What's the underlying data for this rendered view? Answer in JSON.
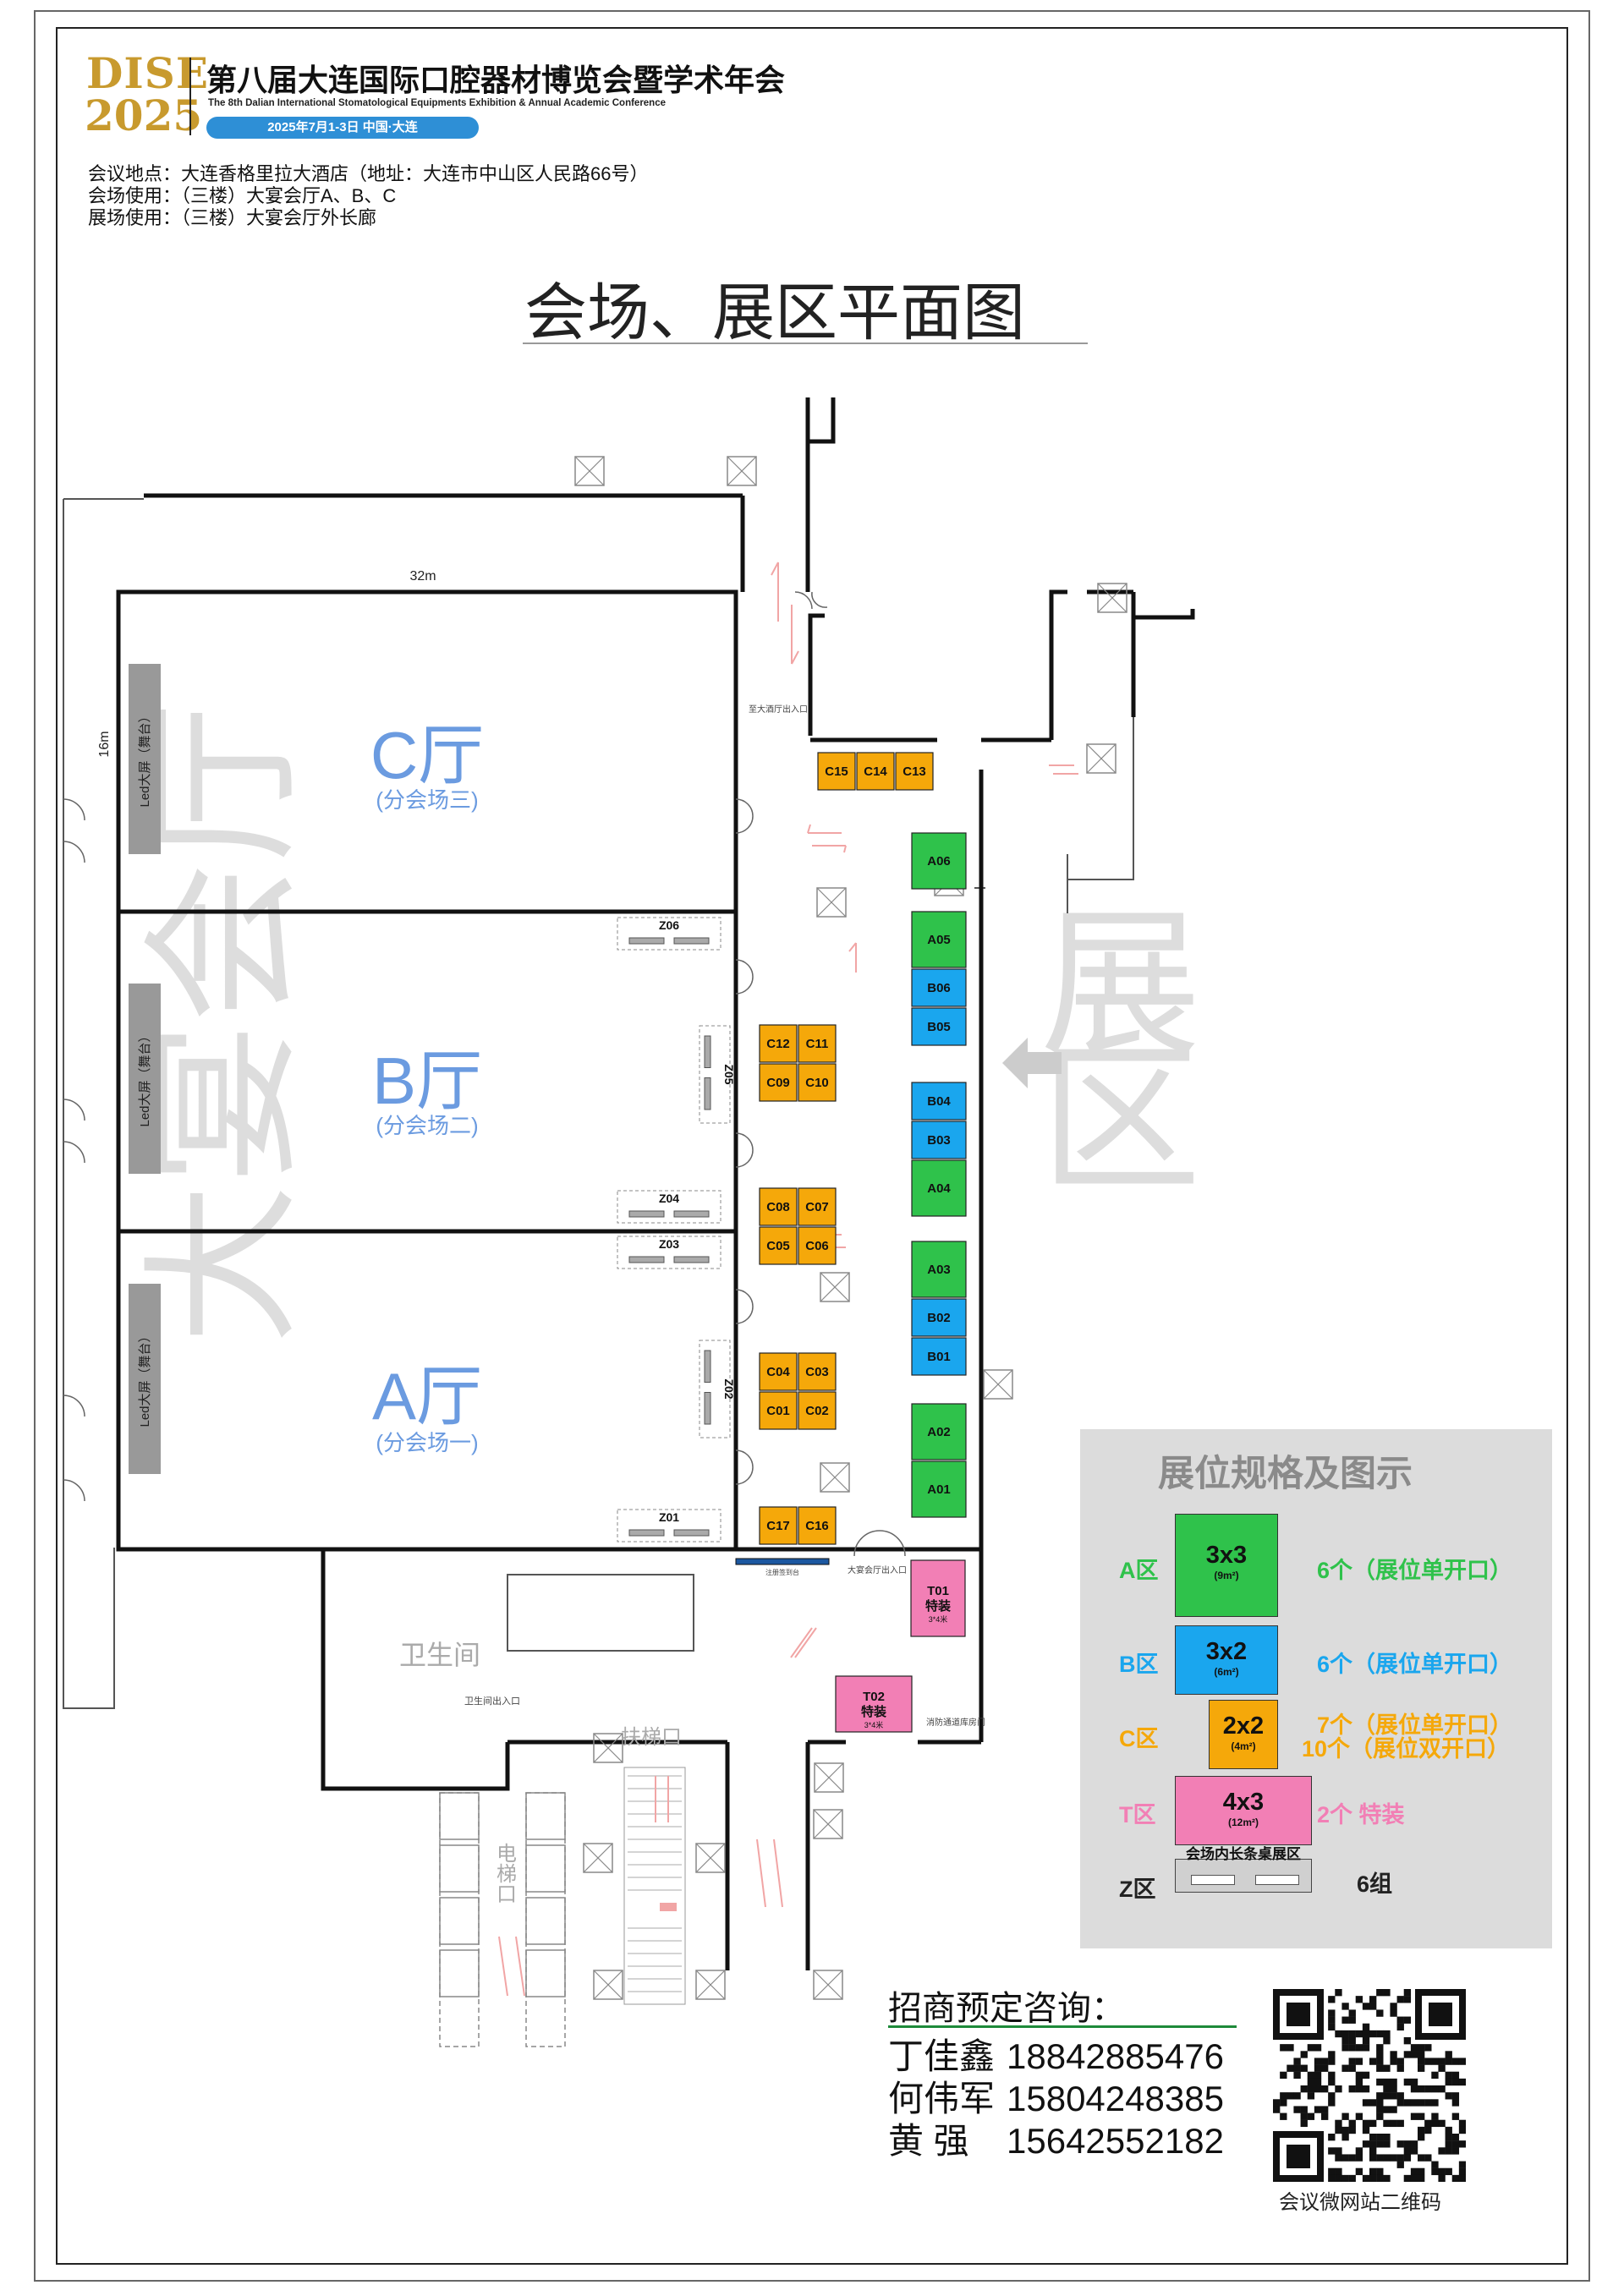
{
  "header": {
    "logo_text": "DISE",
    "logo_year": "2025",
    "title_cn": "第八届大连国际口腔器材博览会暨学术年会",
    "title_en": "The 8th Dalian International Stomatological Equipments Exhibition & Annual Academic Conference",
    "date_location": "2025年7月1-3日   中国·大连"
  },
  "venue": {
    "address_line": "会议地点：大连香格里拉大酒店（地址：大连市中山区人民路66号）",
    "meeting_line": "会场使用：（三楼）大宴会厅A、B、C",
    "exhibit_line": "展场使用：（三楼）大宴会厅外长廊"
  },
  "plan_title": "会场、展区平面图",
  "floor_plan": {
    "dim_width": "32m",
    "dim_height": "16m",
    "big_hall_watermark": "大宴会厅",
    "exhibit_watermark": "展区",
    "halls": [
      {
        "name": "C厅",
        "sub": "(分会场三)",
        "stage": "Led大屏（舞台）"
      },
      {
        "name": "B厅",
        "sub": "(分会场二)",
        "stage": "Led大屏（舞台）"
      },
      {
        "name": "A厅",
        "sub": "(分会场一)",
        "stage": "Led大屏（舞台）"
      }
    ],
    "booths_A": [
      "A06",
      "A05",
      "A04",
      "A03",
      "A02",
      "A01"
    ],
    "booths_B": [
      "B06",
      "B05",
      "B04",
      "B03",
      "B02",
      "B01"
    ],
    "booths_C": [
      "C15",
      "C14",
      "C13",
      "C12",
      "C11",
      "C09",
      "C10",
      "C08",
      "C07",
      "C05",
      "C06",
      "C04",
      "C03",
      "C01",
      "C02",
      "C17",
      "C16"
    ],
    "booths_T": [
      {
        "id": "T01",
        "label": "特装",
        "size": "3*4米"
      },
      {
        "id": "T02",
        "label": "特装",
        "size": "3*4米"
      }
    ],
    "booths_Z": [
      "Z06",
      "Z05",
      "Z04",
      "Z03",
      "Z02",
      "Z01"
    ],
    "labels": {
      "restroom": "卫生间",
      "restroom_entrance": "卫生间出入口",
      "escalator": "扶梯口",
      "elevator": "电梯口",
      "hall_entrance": "大宴会厅出入口",
      "lobby_entrance": "至大酒厅出入口",
      "fire_passage": "消防通道库房门",
      "desk": "注册签到台"
    }
  },
  "legend": {
    "title": "展位规格及图示",
    "rows": [
      {
        "zone": "A区",
        "size": "3x3",
        "area": "(9m²)",
        "desc": "6个（展位单开口）",
        "color": "#2fc24b",
        "text_color": "#2fc24b"
      },
      {
        "zone": "B区",
        "size": "3x2",
        "area": "(6m²)",
        "desc": "6个（展位单开口）",
        "color": "#1aa6ee",
        "text_color": "#1aa6ee"
      },
      {
        "zone": "C区",
        "size": "2x2",
        "area": "(4m²)",
        "desc": "7个（展位单开口）",
        "desc2": "10个（展位双开口）",
        "color": "#f5a80a",
        "text_color": "#f5a80a"
      },
      {
        "zone": "T区",
        "size": "4x3",
        "area": "(12m²)",
        "desc": "2个   特装",
        "color": "#f27fb5",
        "text_color": "#f27fb5"
      },
      {
        "zone": "Z区",
        "box_title": "会场内长条桌展区",
        "desc": "6组",
        "color": "#c8c8c8",
        "text_color": "#222222"
      }
    ]
  },
  "contact": {
    "title": "招商预定咨询：",
    "people": [
      {
        "name": "丁佳鑫",
        "phone": "18842885476"
      },
      {
        "name": "何伟军",
        "phone": "15804248385"
      },
      {
        "name": "黄    强",
        "phone": "15642552182"
      }
    ],
    "qr_caption": "会议微网站二维码"
  },
  "colors": {
    "booth_a": "#2fc24b",
    "booth_b": "#1aa6ee",
    "booth_c": "#f5a80a",
    "booth_t": "#f27fb5",
    "hall_text": "#6b9be0",
    "arrow": "#f1a5a5",
    "wall": "#111111"
  }
}
